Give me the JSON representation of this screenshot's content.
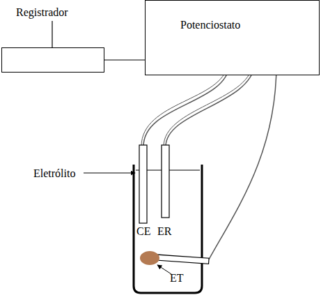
{
  "diagram": {
    "nodes": [
      {
        "text": [
          "Registrador"
        ]
      },
      {
        "text": [
          "Potenciostato"
        ]
      }
    ],
    "edges": [
      {
        "from": 0,
        "to": 1,
        "arrow": "none"
      }
    ],
    "labels": [
      "Eletrólito",
      "CE",
      "ER",
      "ET"
    ]
  }
}
